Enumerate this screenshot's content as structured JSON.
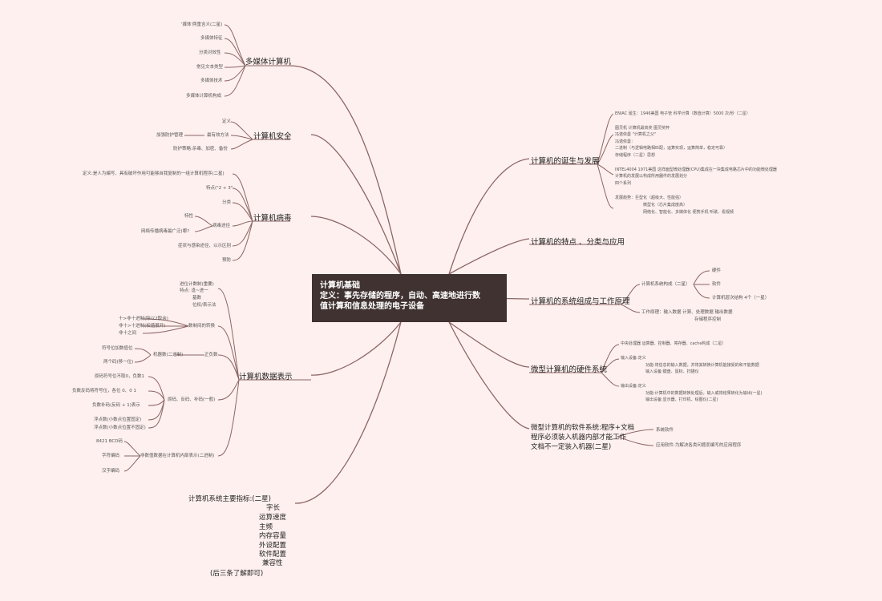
{
  "center": {
    "title": "计算机基础",
    "definition_lines": [
      "定义：事先存储的程序，自动、高速地进行数",
      "值计算和信息处理的电子设备"
    ]
  },
  "left": {
    "multimedia": {
      "title": "多媒体计算机",
      "children": [
        "'媒体'两重含义(二星)",
        "多媒体特征",
        "分类对效性",
        "常见文本类型",
        "多媒体技术",
        "多媒体计算机构成"
      ]
    },
    "security": {
      "title": "计算机安全",
      "children": [
        "定义",
        "最有效方法",
        "加强防护管理",
        "防护策略:杀毒、加密、备份"
      ]
    },
    "virus": {
      "title": "计算机病毒",
      "children": [
        "定义:是人为编写、具有破坏作用可能够自我复制的一组计算机程序(二星)",
        "特点(\"2 + 3\"",
        "分类",
        "特性",
        "病毒途径",
        "网络传播病毒最广泛(哪?",
        "症状与感染途径、以示区别",
        "预防"
      ]
    },
    "data": {
      "title": "计算机数据表示",
      "top_lines": [
        "进位计数制(重要)",
        "特点: 逢~进一",
        "基数",
        "位权/表示法"
      ],
      "children": [
        "数制间的转换",
        "十>非十进制(除以2取余)",
        "非十>十进制(权值展开)",
        "非十之间",
        "正负数",
        "机器数(二进制)",
        "符号位加数值位",
        "两个码(移一位)",
        "原码、反码、补码(一般)",
        "原码符号位不取0，负数1",
        "负数反码将符号位，各位   0、0    1",
        "负数补码(反码 + 1)表示",
        "浮点数(小数点位置固定)",
        "浮点数(小数点位置不固定)",
        "非数值数据在计算机内部表示(二进制)",
        "8421 BCD码",
        "字符编码",
        "汉字编码"
      ]
    },
    "indicators": {
      "title": "计算机系统主要指标:(二星)",
      "items": [
        "字长",
        "运算速度",
        "主频",
        "内存容量",
        "外设配置",
        "软件配置",
        "兼容性",
        "(后三条了解即可)"
      ]
    }
  },
  "right": {
    "birth": {
      "title": "计算机的诞生与发展",
      "lines": [
        "ENIAC 诞生：1946美国          电子管          科学计算（数值计算）5000 次/秒（二星）",
        "图灵机              计算机最高奖  图灵奖杯",
        "冯诺依曼            \"计算机之父\"",
        "冯诺依曼：",
        "二进制（与逻辑电路相匹配，运算实现，运算简单，稳定可靠）",
        "存储程序（二星）思想",
        "INTEL4004 1971美国 这样面型微处理器(CPU)集成在一块集成电路芯片中的功能微处理器",
        "计算机的发展以构成所用器件的发展划分",
        "四个系列",
        "发展趋势：巨型化（超级大、性能强）",
        "微型化（芯片集成度高）",
        "网络化、智能化、多媒体化 便携手机        听歌、看视频"
      ]
    },
    "features": {
      "title": "计算机的特点 、分类与应用"
    },
    "composition": {
      "title": "计算机的系统组成与工作原理",
      "sub1": "计算机系统构成（二星）",
      "sub1_children": [
        "硬件",
        "软件",
        "计算机层次结构          4个（一星）"
      ],
      "sub2": "工作原理：输入数据          计算、处理数据          输出数据",
      "sub2_note": "存储程序控制"
    },
    "hardware": {
      "title": "微型计算机的硬件系统",
      "lines": [
        "中央处理器 运算器、控制器、寄存器、cache构成（二星）",
        "输入设备:定义",
        "功能:将信息的输入数据，并将其转换计算机能接受的和不能数据",
        "输入设备:键盘、鼠标、扫描仪",
        "输出设备:定义",
        "功能:计算机中的数据转换处理后，输入或将结果转化为输出(一星)",
        "输出设备:显示器、打印机、绘图仪(二星)"
      ]
    },
    "software": {
      "title_lines": [
        "微型计算机的软件系统:程序+文档",
        "程序必须装入机器内部才能工作",
        "文档不一定装入机器(二星)"
      ],
      "children": [
        "系统软件",
        "应用软件:为解决各类问题而编写的应用程序"
      ]
    }
  },
  "colors": {
    "line": "#8c6565",
    "center_bg": "#3f3230",
    "background": "#fdf0ee"
  }
}
